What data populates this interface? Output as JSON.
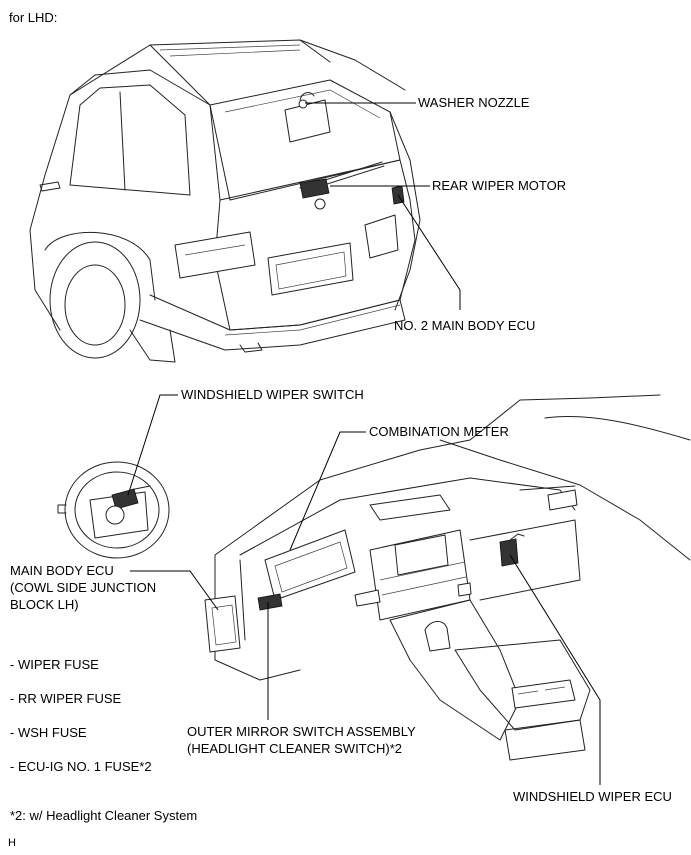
{
  "heading": "for LHD:",
  "labels": {
    "washer_nozzle": "WASHER NOZZLE",
    "rear_wiper_motor": "REAR WIPER MOTOR",
    "no2_main_body_ecu": "NO. 2 MAIN BODY ECU",
    "windshield_wiper_switch": "WINDSHIELD WIPER SWITCH",
    "combination_meter": "COMBINATION METER",
    "main_body_ecu_lines": [
      "MAIN BODY ECU",
      "(COWL SIDE JUNCTION",
      "BLOCK LH)"
    ],
    "outer_mirror_lines": [
      "OUTER MIRROR SWITCH ASSEMBLY",
      "(HEADLIGHT CLEANER SWITCH)*2"
    ],
    "windshield_wiper_ecu": "WINDSHIELD WIPER ECU"
  },
  "fuses": [
    "- WIPER FUSE",
    "- RR WIPER FUSE",
    "- WSH FUSE",
    "- ECU-IG NO. 1 FUSE*2"
  ],
  "footnote": "*2: w/ Headlight Cleaner System",
  "figure_code": "H"
}
